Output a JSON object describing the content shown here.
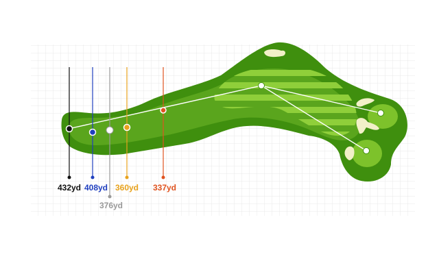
{
  "tees": [
    {
      "id": "black",
      "label": "432yd",
      "color": "#111111"
    },
    {
      "id": "blue",
      "label": "408yd",
      "color": "#1f3fbf"
    },
    {
      "id": "white",
      "label": "376yd",
      "color": "#9a9a9a"
    },
    {
      "id": "gold",
      "label": "360yd",
      "color": "#e8a21c"
    },
    {
      "id": "red",
      "label": "337yd",
      "color": "#e0531f"
    }
  ],
  "colors": {
    "rough": "#3f8f0e",
    "fairway": "#5aa51d",
    "fairway_stripe": "#8fcf3a",
    "green": "#7dc22b",
    "bunker": "#f2f0c8",
    "grid": "#e9e9e9",
    "route": "#ffffff"
  }
}
